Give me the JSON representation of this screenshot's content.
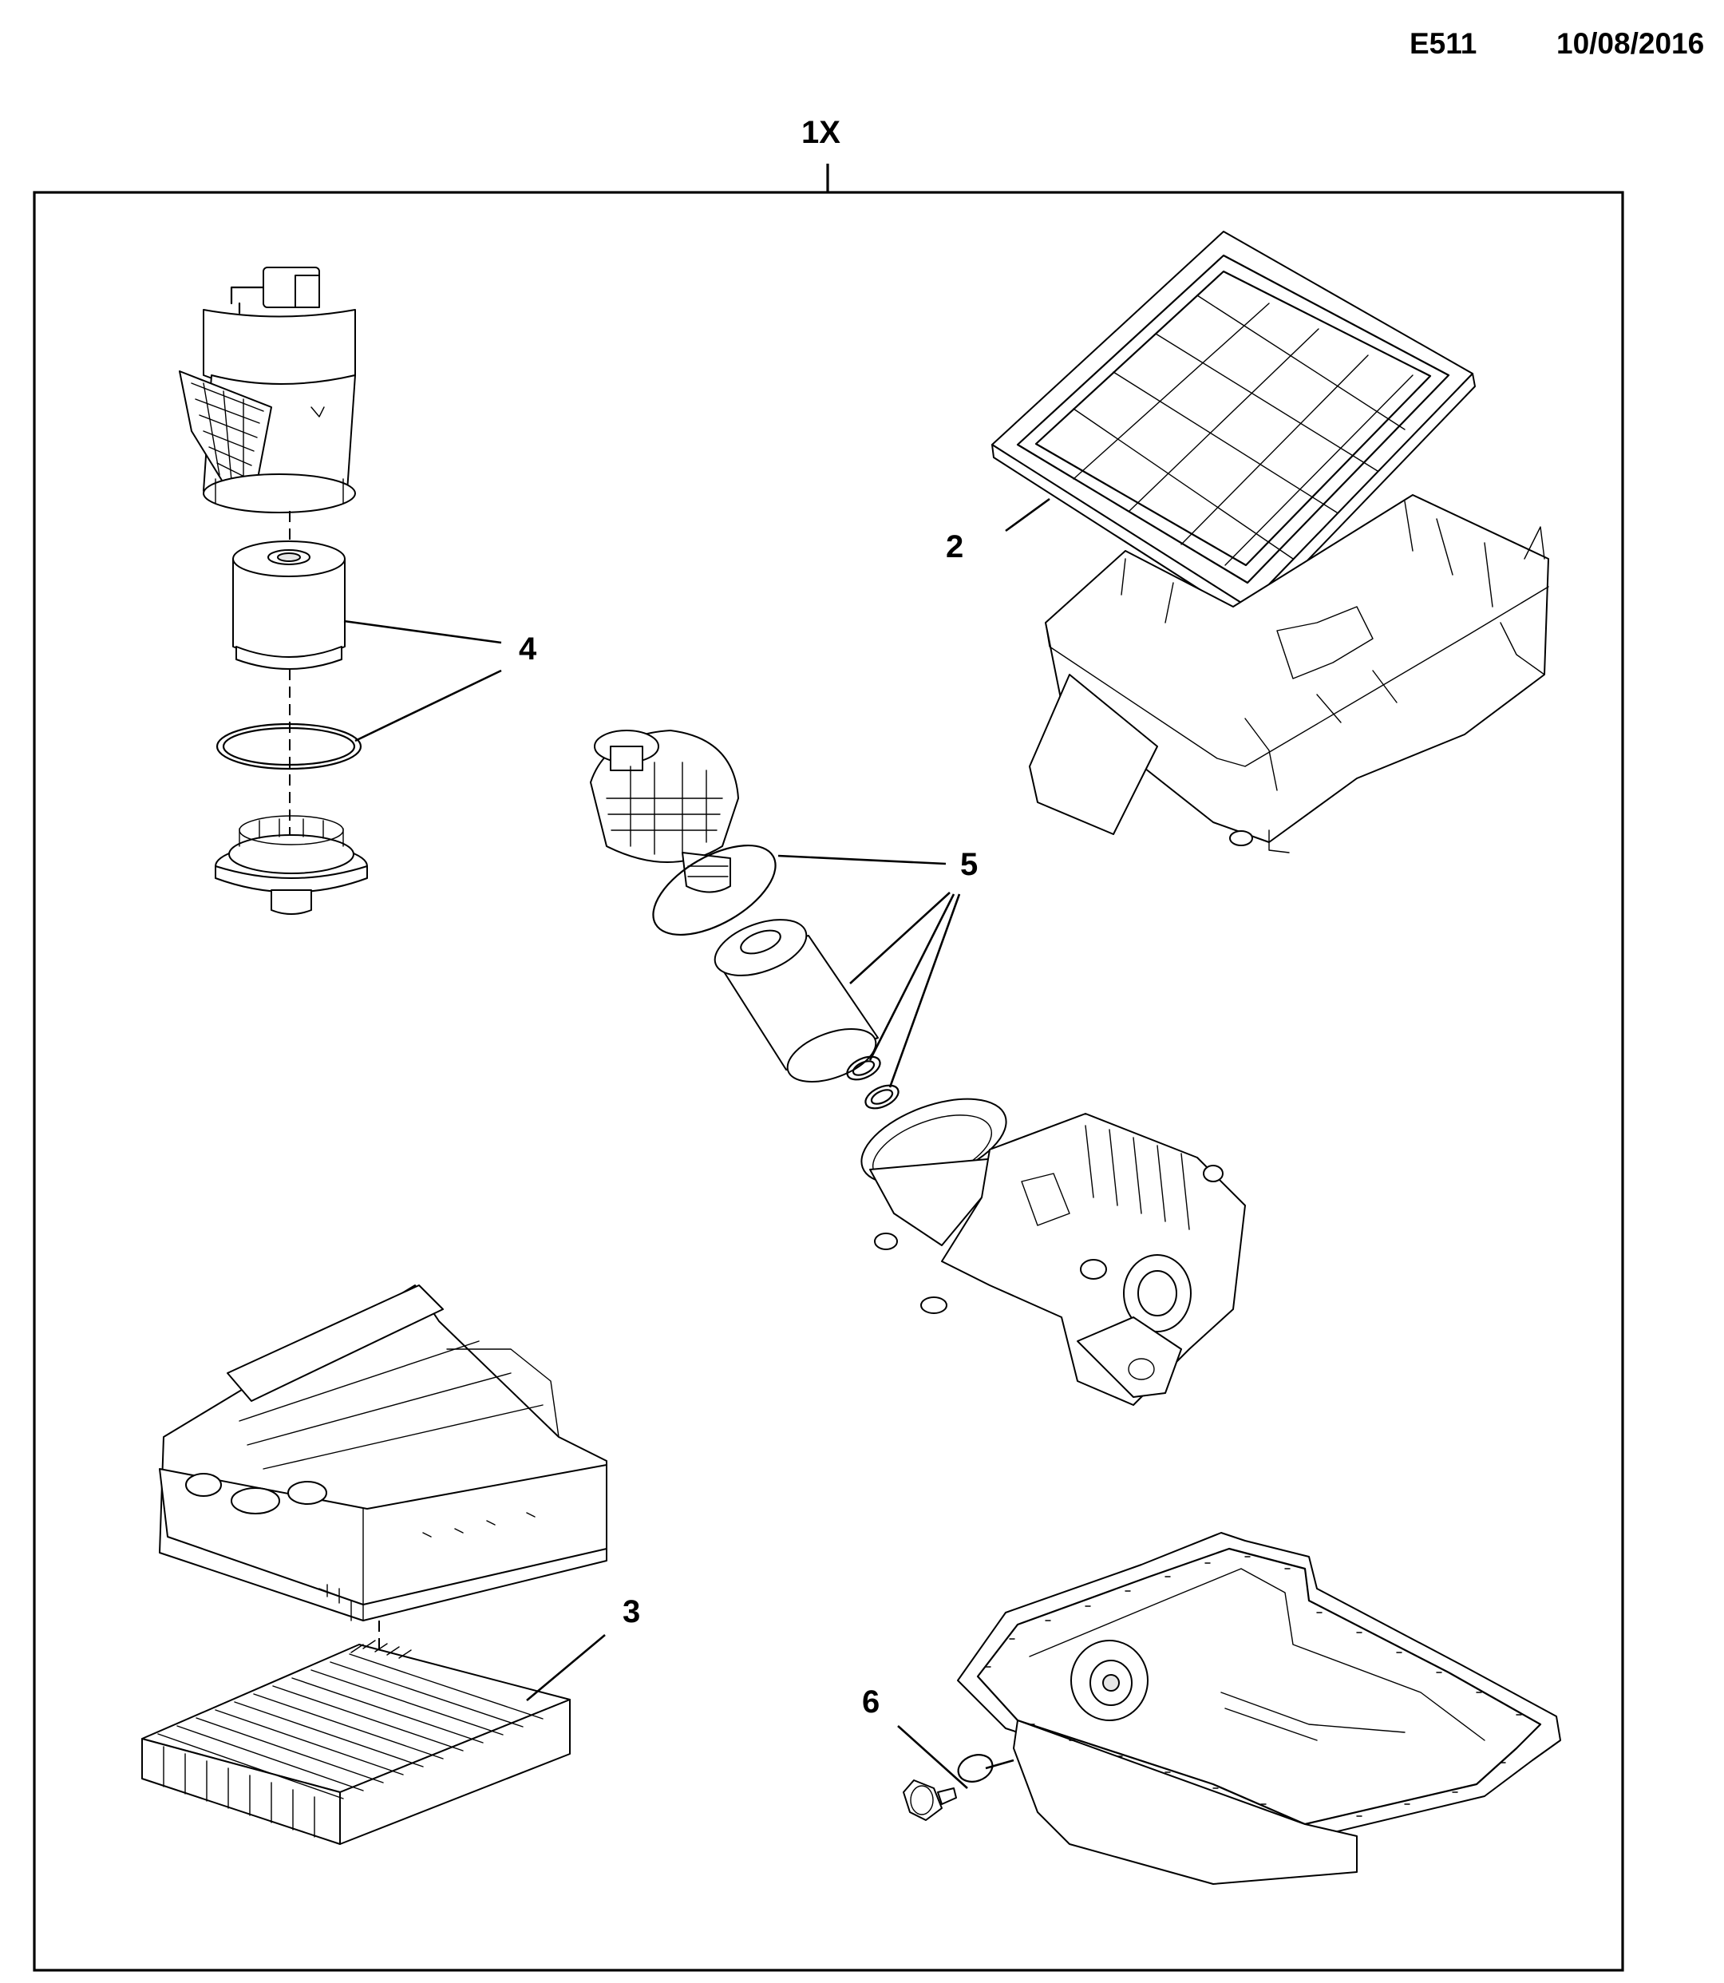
{
  "header": {
    "code": "E511",
    "date": "10/08/2016"
  },
  "assembly_label": "1X",
  "callouts": [
    "2",
    "3",
    "4",
    "5",
    "6"
  ],
  "parts": [
    {
      "callout": "2",
      "icon": "air-filter-element"
    },
    {
      "callout": "3",
      "icon": "cabin-pollen-filter"
    },
    {
      "callout": "4",
      "icon": "fuel-filter-element-and-o-ring"
    },
    {
      "callout": "5",
      "icon": "oil-filter-element-and-seals"
    },
    {
      "callout": "6",
      "icon": "oil-drain-plug-seal"
    }
  ]
}
